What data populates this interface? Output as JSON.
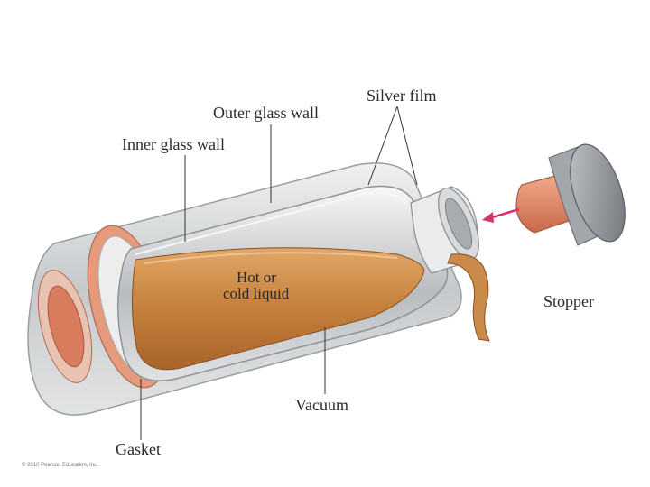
{
  "labels": {
    "outer_glass_wall": "Outer glass wall",
    "silver_film": "Silver film",
    "inner_glass_wall": "Inner glass wall",
    "liquid_line1": "Hot or",
    "liquid_line2": "cold liquid",
    "stopper": "Stopper",
    "vacuum": "Vacuum",
    "gasket": "Gasket"
  },
  "copyright": "© 2010 Pearson Education, Inc.",
  "colors": {
    "liquid": "#c98a4a",
    "gasket": "#e59a7c",
    "glass": "#c9cbcd",
    "cap": "#8e9296",
    "arrow": "#d6336c"
  }
}
